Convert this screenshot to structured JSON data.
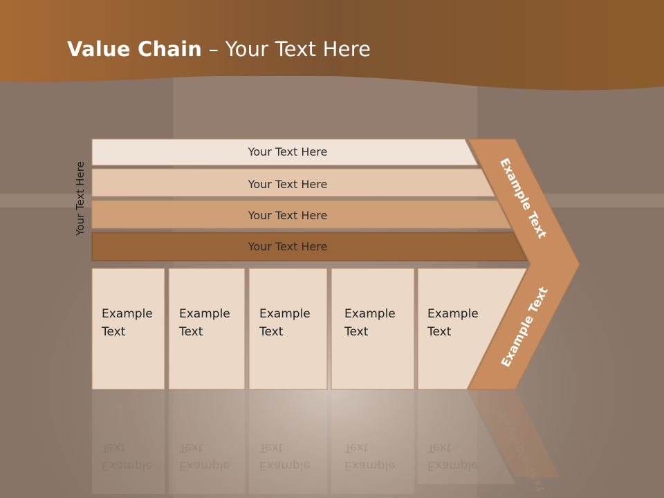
{
  "title": {
    "bold": "Value Chain",
    "rest": " – Your Text Here"
  },
  "side_label": "Your Text Here",
  "bars": [
    {
      "label": "Your Text Here",
      "color": "#f0e4d9"
    },
    {
      "label": "Your Text Here",
      "color": "#e3c6ab"
    },
    {
      "label": "Your Text Here",
      "color": "#cf9f78"
    },
    {
      "label": "Your Text Here",
      "color": "#98643a"
    }
  ],
  "boxes": [
    {
      "line1": "Example",
      "line2": "Text"
    },
    {
      "line1": "Example",
      "line2": "Text"
    },
    {
      "line1": "Example",
      "line2": "Text"
    },
    {
      "line1": "Example",
      "line2": "Text"
    },
    {
      "line1": "Example",
      "line2": "Text"
    }
  ],
  "chevron": {
    "upper": "Example Text",
    "lower": "Example Text",
    "color": "#c98c5e"
  },
  "colors": {
    "header": "#8a5a2c",
    "box": "#ebd8c6",
    "box_border": "#b88a66"
  }
}
